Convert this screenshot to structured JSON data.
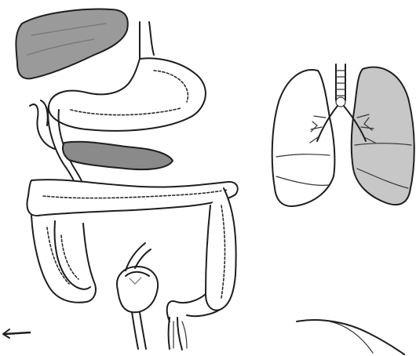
{
  "diagram": {
    "kind": "anatomical line drawing",
    "organs": [
      "liver",
      "stomach",
      "pancreas",
      "intestines",
      "bladder",
      "rectum",
      "lungs",
      "trachea"
    ],
    "colors": {
      "ink": "#1e1e1e",
      "shade_dark": "#8c8c8c",
      "shade_mid": "#b4b4b4",
      "shade_light": "#d9d9d9",
      "paper": "#ffffff"
    },
    "arrow_icons": [
      "arrow-left-icon",
      "curve-line-icon"
    ]
  }
}
